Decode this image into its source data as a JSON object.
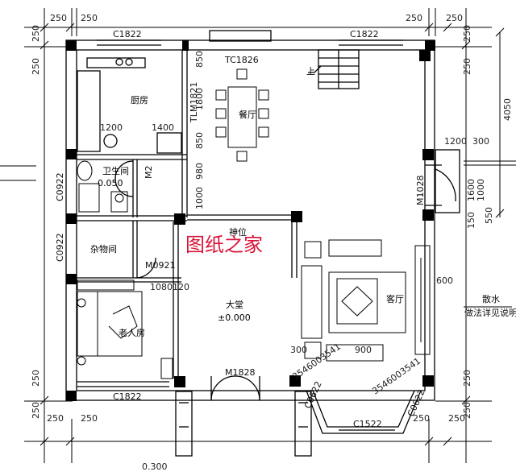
{
  "dims": {
    "top": [
      "250",
      "250",
      "250",
      "250"
    ],
    "bottom": [
      "250",
      "250",
      "250",
      "250"
    ],
    "left": [
      "250",
      "250",
      "250",
      "250"
    ],
    "right": [
      "250",
      "250",
      "250",
      "250",
      "4050"
    ],
    "kitchen_col": [
      "850",
      "1800",
      "850",
      "980",
      "1000"
    ],
    "right_col": [
      "1200",
      "300",
      "1600",
      "1000",
      "150",
      "600",
      "550"
    ],
    "kitchen_h": [
      "1200",
      "1400"
    ],
    "storage_h": [
      "1080",
      "120"
    ],
    "living_h": [
      "300",
      "900"
    ],
    "diag": [
      "3546003541",
      "3546003541"
    ],
    "ground": "0.300"
  },
  "rooms": {
    "kitchen": "厨房",
    "dining": "餐厅",
    "bathroom": "卫生间",
    "bath_level": "-0.050",
    "storage": "杂物间",
    "elder": "老人房",
    "hall": "大堂",
    "hall_level": "±0.000",
    "shrine": "神位",
    "living": "客厅"
  },
  "labels": {
    "c_top_left": "C1822",
    "c_top_right": "C1822",
    "c_bottom_left": "C1822",
    "c_bay": "C1522",
    "c_bay_left": "C0622",
    "c_bay_right": "C0622",
    "tc": "TC1826",
    "tlm": "TLM1821",
    "m2": "M2",
    "c0922a": "C0922",
    "c0922b": "C0922",
    "m0921": "M0921",
    "m1828": "M1828",
    "m1028": "M1028",
    "up": "上",
    "drain": "散水",
    "drain_note": "做法详见说明"
  },
  "watermark": "图纸之家"
}
